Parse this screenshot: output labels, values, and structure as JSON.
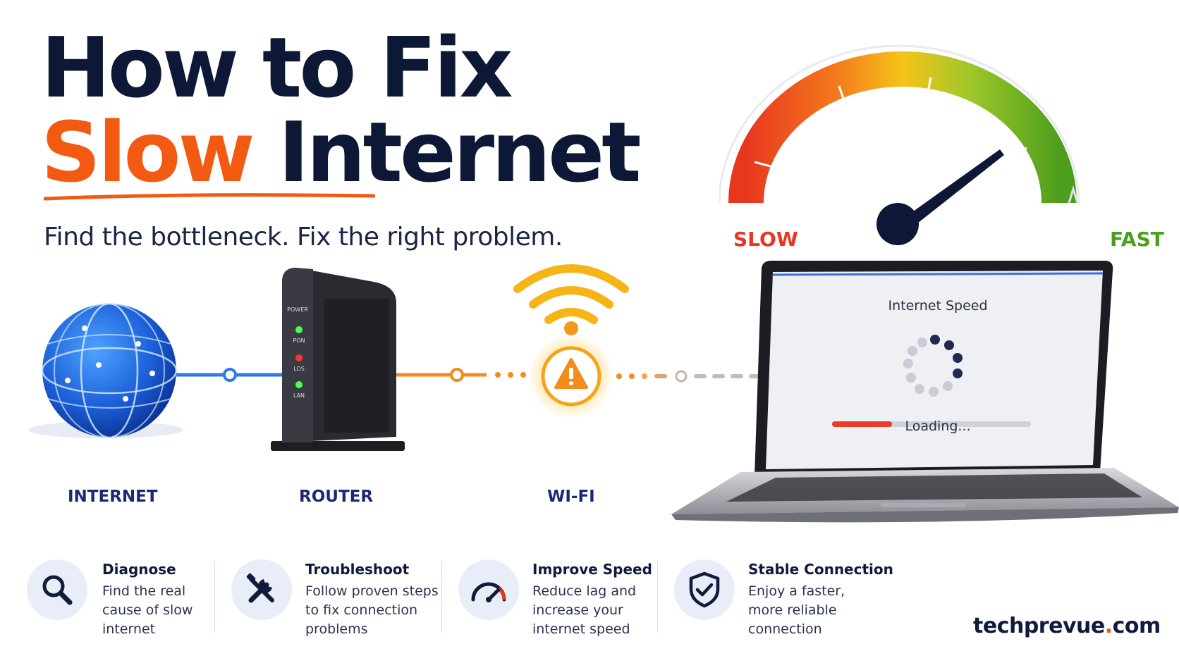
{
  "header": {
    "title_line1": "How to Fix",
    "title_slow": "Slow",
    "title_internet": "Internet",
    "subtitle": "Find the bottleneck. Fix the right problem."
  },
  "gauge": {
    "slow_label": "SLOW",
    "fast_label": "FAST",
    "colors": [
      "#e8371f",
      "#f2771c",
      "#f6c418",
      "#9dc72a",
      "#4d9e1c"
    ]
  },
  "diagram": {
    "nodes": [
      {
        "label": "INTERNET",
        "icon": "globe-icon"
      },
      {
        "label": "ROUTER",
        "icon": "router-icon"
      },
      {
        "label": "WI-FI",
        "icon": "wifi-icon"
      }
    ],
    "router_leds": {
      "power": "POWER",
      "pon": "PON",
      "los": "LOS",
      "lan": "LAN"
    },
    "warning_icon": "warning-icon"
  },
  "laptop": {
    "screen_title": "Internet Speed",
    "loading_text": "Loading...",
    "progress": 0.3
  },
  "features": [
    {
      "title": "Diagnose",
      "desc": [
        "Find the real",
        "cause of slow",
        "internet"
      ],
      "icon": "magnifier-icon"
    },
    {
      "title": "Troubleshoot",
      "desc": [
        "Follow proven steps",
        "to fix connection",
        "problems"
      ],
      "icon": "tools-icon"
    },
    {
      "title": "Improve Speed",
      "desc": [
        "Reduce lag and",
        "increase your",
        "internet speed"
      ],
      "icon": "speedometer-icon"
    },
    {
      "title": "Stable Connection",
      "desc": [
        "Enjoy a faster,",
        "more reliable",
        "connection"
      ],
      "icon": "shield-check-icon"
    }
  ],
  "brand": {
    "name": "techprevue",
    "dot": ".",
    "tld": "com"
  }
}
